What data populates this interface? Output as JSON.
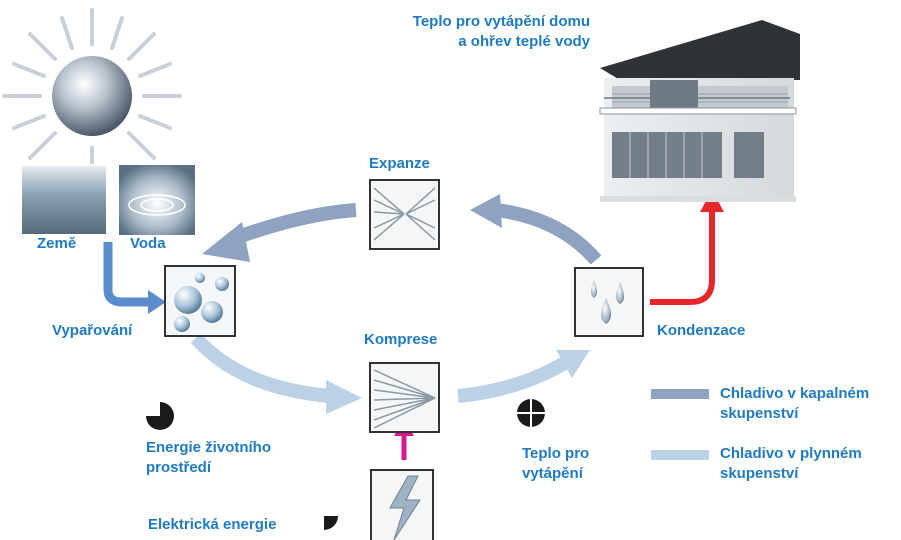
{
  "colors": {
    "label_blue": "#1f7ac4",
    "liquid": "#8fa2bf",
    "gas": "#bcd0e6",
    "heat_red": "#e8262a",
    "electric_magenta": "#d61a8c",
    "ground_flow": "#5b8ccc"
  },
  "heating_label": [
    "Teplo pro vytápění domu",
    "a ohřev teplé vody"
  ],
  "sources": {
    "ground": "Země",
    "water": "Voda"
  },
  "stages": {
    "expansion": "Expanze",
    "evaporation": "Vypařování",
    "compression": "Komprese",
    "condensation": "Kondenzace"
  },
  "energy": {
    "environment": [
      "Energie životního",
      "prostředí"
    ],
    "heating": [
      "Teplo pro",
      "vytápění"
    ],
    "electric": "Elektrická energie"
  },
  "legend": {
    "liquid": [
      "Chladivo v kapalném",
      "skupenství"
    ],
    "gas": [
      "Chladivo v plynném",
      "skupenství"
    ]
  },
  "icons": [
    "sun-icon",
    "ground-icon",
    "water-icon",
    "bubbles-icon",
    "expansion-valve-icon",
    "compressor-icon",
    "droplets-icon",
    "lightning-icon",
    "house-icon",
    "pie-quarter-icon",
    "pie-three-quarter-icon",
    "pie-full-icon"
  ]
}
